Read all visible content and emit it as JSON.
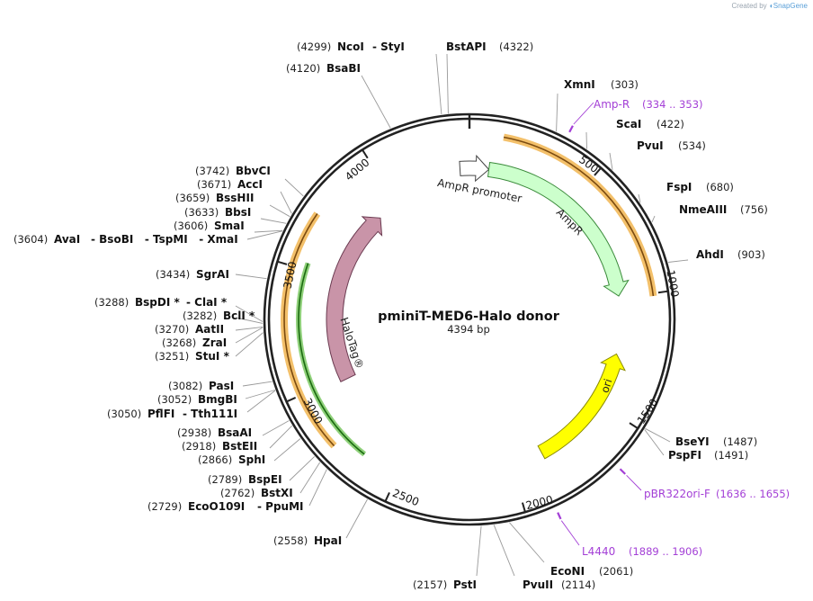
{
  "credit": {
    "prefix": "Created by",
    "brand": "SnapGene"
  },
  "plasmid": {
    "name": "pminiT-MED6-Halo donor",
    "length_text": "4394 bp",
    "length": 4394
  },
  "tick_labels": [
    "500",
    "1000",
    "1500",
    "2000",
    "2500",
    "3000",
    "3500",
    "4000"
  ],
  "features": [
    {
      "label": "AmpR promoter",
      "color": "#ffffff"
    },
    {
      "label": "AmpR",
      "color": "#ccffcc"
    },
    {
      "label": "ori",
      "color": "#ffff00"
    },
    {
      "label": "HaloTag®",
      "color": "#c994a8"
    }
  ],
  "enzymes": [
    {
      "name": "XmnI",
      "num": "(303)"
    },
    {
      "name": "ScaI",
      "num": "(422)"
    },
    {
      "name": "PvuI",
      "num": "(534)"
    },
    {
      "name": "FspI",
      "num": "(680)"
    },
    {
      "name": "NmeAIII",
      "num": "(756)"
    },
    {
      "name": "AhdI",
      "num": "(903)"
    },
    {
      "name": "BseYI",
      "num": "(1487)"
    },
    {
      "name": "PspFI",
      "num": "(1491)"
    },
    {
      "name": "NcoI",
      "num": "(4299)",
      "extra": "- StyI"
    },
    {
      "name": "BstAPI",
      "num": "(4322)"
    },
    {
      "name": "BsaBI",
      "num": "(4120)"
    },
    {
      "name": "BbvCI",
      "num": "(3742)"
    },
    {
      "name": "AccI",
      "num": "(3671)"
    },
    {
      "name": "BssHII",
      "num": "(3659)"
    },
    {
      "name": "BbsI",
      "num": "(3633)"
    },
    {
      "name": "SmaI",
      "num": "(3606)"
    },
    {
      "name": "AvaI",
      "num": "(3604)",
      "extra": "- BsoBI   - TspMI   - XmaI"
    },
    {
      "name": "SgrAI",
      "num": "(3434)"
    },
    {
      "name": "BspDI *",
      "num": "(3288)",
      "extra": "- ClaI *"
    },
    {
      "name": "BclI *",
      "num": "(3282)"
    },
    {
      "name": "AatII",
      "num": "(3270)"
    },
    {
      "name": "ZraI",
      "num": "(3268)"
    },
    {
      "name": "StuI *",
      "num": "(3251)"
    },
    {
      "name": "PasI",
      "num": "(3082)"
    },
    {
      "name": "BmgBI",
      "num": "(3052)"
    },
    {
      "name": "PflFI",
      "num": "(3050)",
      "extra": "- Tth111I"
    },
    {
      "name": "BsaAI",
      "num": "(2938)"
    },
    {
      "name": "BstEII",
      "num": "(2918)"
    },
    {
      "name": "SphI",
      "num": "(2866)"
    },
    {
      "name": "BspEI",
      "num": "(2789)"
    },
    {
      "name": "BstXI",
      "num": "(2762)"
    },
    {
      "name": "EcoO109I",
      "num": "(2729)",
      "extra": "- PpuMI"
    },
    {
      "name": "HpaI",
      "num": "(2558)"
    },
    {
      "name": "PstI",
      "num": "(2157)"
    },
    {
      "name": "PvuII",
      "num": "(2114)"
    },
    {
      "name": "EcoNI",
      "num": "(2061)"
    }
  ],
  "primers": [
    {
      "name": "Amp-R",
      "range": "(334 .. 353)"
    },
    {
      "name": "pBR322ori-F",
      "range": "(1636 .. 1655)"
    },
    {
      "name": "L4440",
      "range": "(1889 .. 1906)"
    }
  ]
}
